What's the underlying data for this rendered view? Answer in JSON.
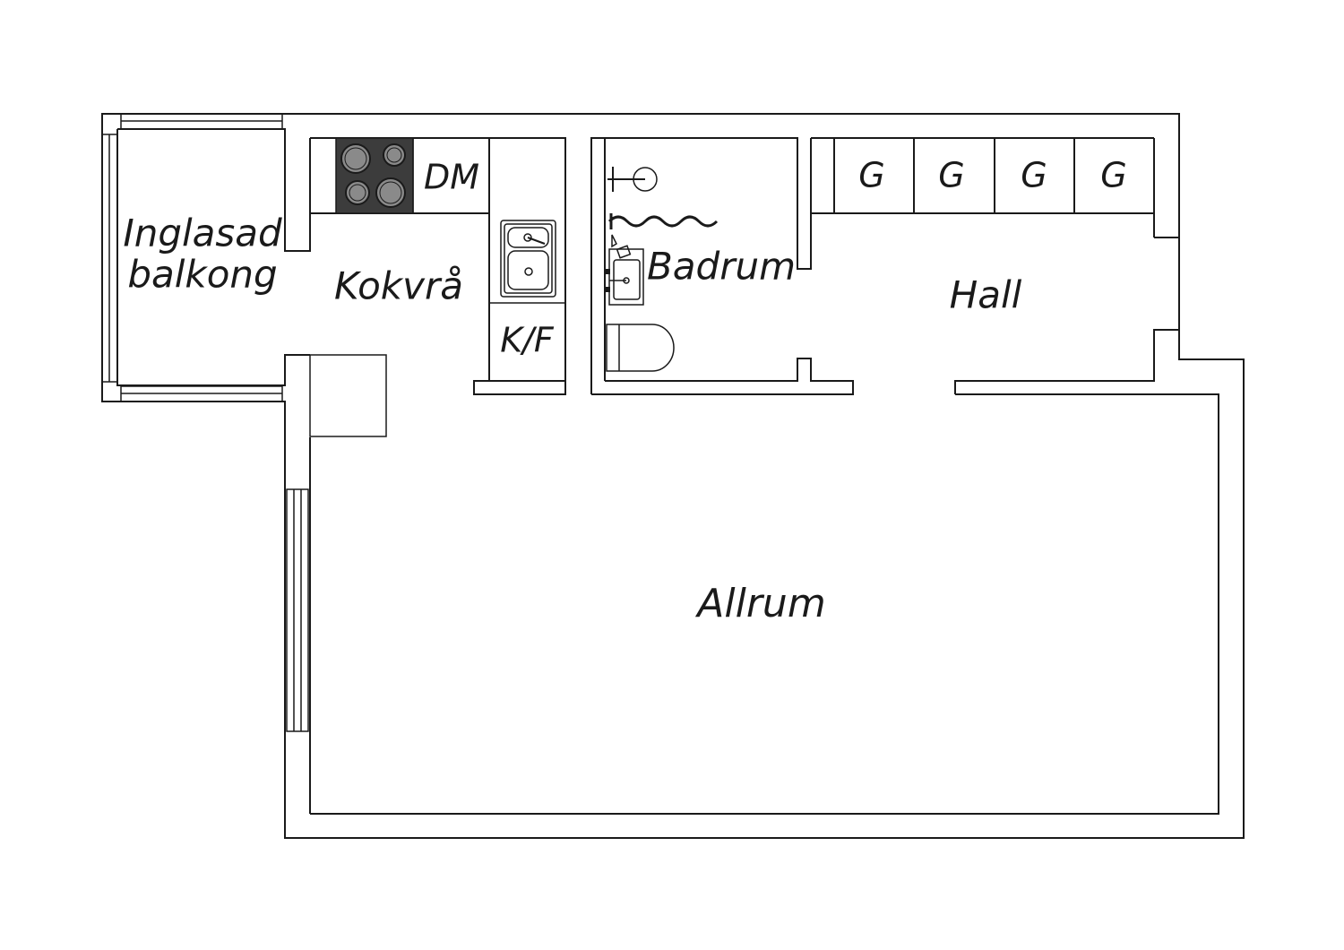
{
  "rooms": {
    "balcony_line1": "Inglasad",
    "balcony_line2": "balkong",
    "kitchen": "Kokvrå",
    "bathroom": "Badrum",
    "hall": "Hall",
    "living": "Allrum"
  },
  "fixtures": {
    "dishwasher": "DM",
    "fridge_freezer": "K/F",
    "wardrobes": [
      "G",
      "G",
      "G",
      "G"
    ]
  },
  "colors": {
    "line": "#1a1a1a",
    "stove": "#3c3c3c",
    "burner": "#8a8a8a",
    "background": "#ffffff"
  }
}
